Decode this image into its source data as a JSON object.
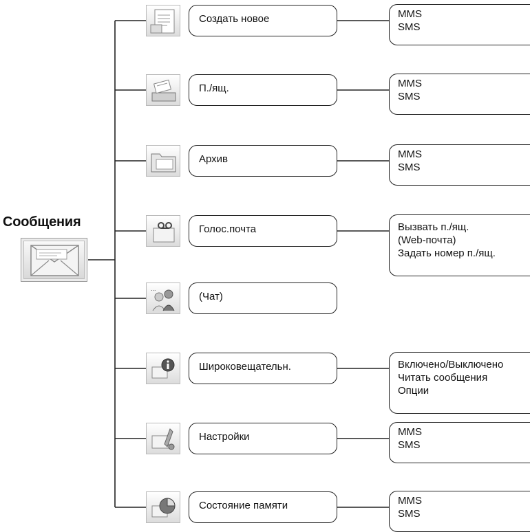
{
  "root": {
    "title": "Сообщения",
    "icon": "envelope-icon"
  },
  "items": [
    {
      "label": "Создать новое",
      "icon": "create-message-icon",
      "sub": [
        "MMS",
        "SMS"
      ]
    },
    {
      "label": "П./ящ.",
      "icon": "inbox-icon",
      "sub": [
        "MMS",
        "SMS"
      ]
    },
    {
      "label": "Архив",
      "icon": "archive-folder-icon",
      "sub": [
        "MMS",
        "SMS"
      ]
    },
    {
      "label": "Голос.почта",
      "icon": "voicemail-icon",
      "sub": [
        "Вызвать п./ящ.",
        "(Web-почта)",
        "Задать номер п./ящ."
      ]
    },
    {
      "label": "(Чат)",
      "icon": "chat-icon",
      "sub": []
    },
    {
      "label": "Широковещательн.",
      "icon": "broadcast-info-icon",
      "sub": [
        "Включено/Выключено",
        "Читать сообщения",
        "Опции"
      ]
    },
    {
      "label": "Настройки",
      "icon": "settings-icon",
      "sub": [
        "MMS",
        "SMS"
      ]
    },
    {
      "label": "Состояние памяти",
      "icon": "memory-status-icon",
      "sub": [
        "MMS",
        "SMS"
      ]
    }
  ]
}
